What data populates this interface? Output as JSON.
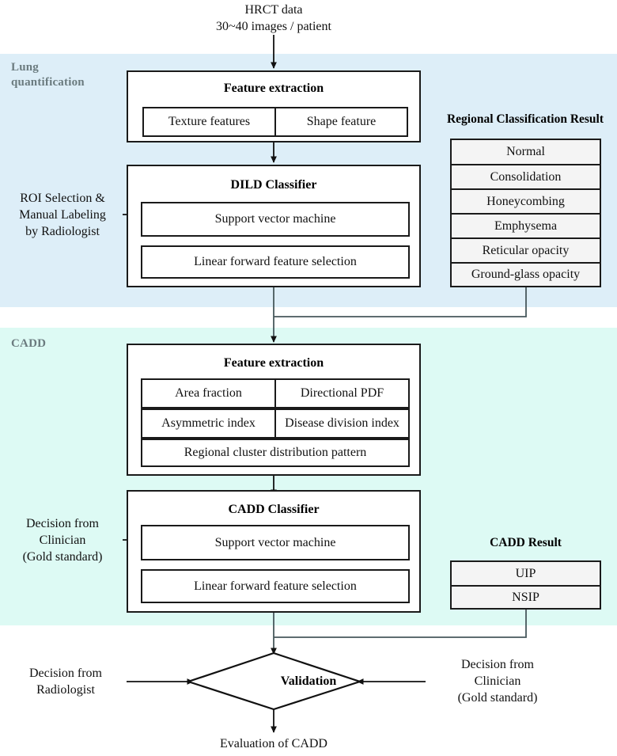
{
  "figure": {
    "type": "flowchart",
    "input_label": {
      "line1": "HRCT data",
      "line2": "30~40 images / patient"
    },
    "bands": [
      {
        "key": "lung",
        "label_line1": "Lung",
        "label_line2": "quantification",
        "color": "#ddeef8"
      },
      {
        "key": "cadd",
        "label_line1": "CADD",
        "label_line2": "",
        "color": "#ddfaf4"
      }
    ],
    "lung_quantification": {
      "feature_extraction": {
        "title": "Feature extraction",
        "row1": [
          "Texture features",
          "Shape feature"
        ]
      },
      "classifier": {
        "title": "DILD Classifier",
        "items": [
          "Support vector machine",
          "Linear forward feature selection"
        ]
      },
      "side_note": {
        "line1": "ROI Selection &",
        "line2": "Manual Labeling",
        "line3": "by Radiologist"
      },
      "result": {
        "title": "Regional Classification Result",
        "items": [
          "Normal",
          "Consolidation",
          "Honeycombing",
          "Emphysema",
          "Reticular opacity",
          "Ground-glass opacity"
        ]
      }
    },
    "cadd": {
      "feature_extraction": {
        "title": "Feature extraction",
        "row1": [
          "Area fraction",
          "Directional PDF"
        ],
        "row2": [
          "Asymmetric index",
          "Disease division index"
        ],
        "row3": "Regional cluster distribution pattern"
      },
      "classifier": {
        "title": "CADD Classifier",
        "items": [
          "Support vector machine",
          "Linear forward feature selection"
        ]
      },
      "side_note": {
        "line1": "Decision from",
        "line2": "Clinician",
        "line3": "(Gold standard)"
      },
      "result": {
        "title": "CADD Result",
        "items": [
          "UIP",
          "NSIP"
        ]
      }
    },
    "validation": {
      "label": "Validation",
      "left_note": {
        "line1": "Decision from",
        "line2": "Radiologist"
      },
      "right_note": {
        "line1": "Decision from",
        "line2": "Clinician",
        "line3": "(Gold standard)"
      },
      "output_label": "Evaluation of CADD"
    },
    "colors": {
      "band_lung": "#ddeef8",
      "band_cadd": "#ddfaf4",
      "stroke": "#1a1a1a",
      "result_fill": "#f4f4f4",
      "band_label_text": "#6b7b7f"
    }
  }
}
